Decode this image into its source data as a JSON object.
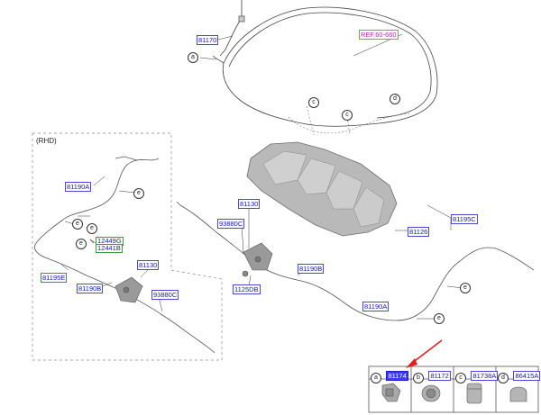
{
  "labels": {
    "p81170_top": "81170",
    "ref_hood": "REF.60-660",
    "p81190A_rhd": "81190A",
    "p12449G": "12449G",
    "p12441B": "12441B",
    "p81195E": "81195E",
    "p81190B_rhd": "81190B",
    "p81130_rhd": "81130",
    "p93880C_rhd": "93880C",
    "p81130_main": "81130",
    "p93880C_main": "93880C",
    "p1125DB": "1125DB",
    "p81190B_main": "81190B",
    "p81190A_main": "81190A",
    "p81195C": "81195C",
    "p81126": "81126"
  },
  "section_title": "(RHD)",
  "callouts": {
    "a_top": "a",
    "c1": "c",
    "c2": "c",
    "d1": "d",
    "e1": "e",
    "e2": "e",
    "e3": "e",
    "e4": "e",
    "e5": "e",
    "e6": "e"
  },
  "legend": [
    {
      "letter": "a",
      "part": "81174"
    },
    {
      "letter": "b",
      "part": "81172"
    },
    {
      "letter": "c",
      "part": "81738A"
    },
    {
      "letter": "d",
      "part": "86415A"
    }
  ],
  "colors": {
    "label_text": "#1a1aa6",
    "label_border": "#4a4ad8",
    "selected_fill": "#3b3bff",
    "arrow": "#e02020",
    "ref_text": "#b02ab0",
    "ref_border": "#6ab04c"
  }
}
